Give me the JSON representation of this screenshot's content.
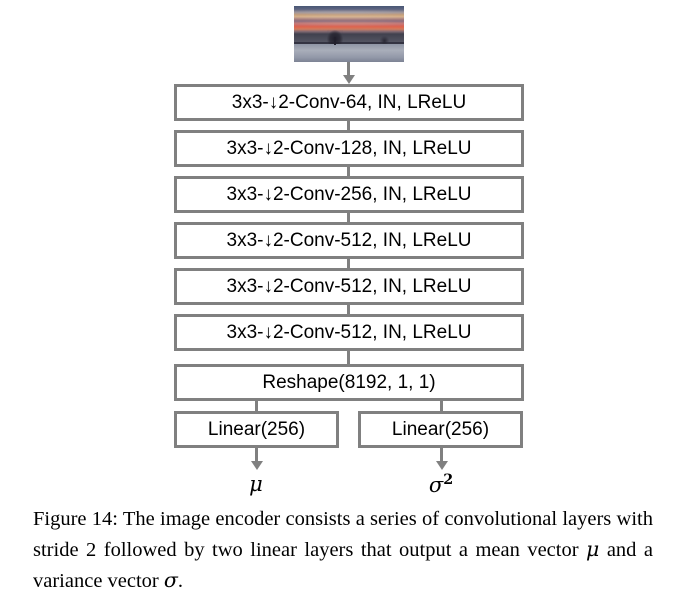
{
  "figure": {
    "input_image": {
      "name": "sunset-landscape-thumbnail",
      "alt": "Sunset landscape photograph with bare tree and snowy field"
    },
    "layers": [
      {
        "label": "3x3-↓2-Conv-64, IN, LReLU",
        "width": "full"
      },
      {
        "label": "3x3-↓2-Conv-128, IN, LReLU",
        "width": "full"
      },
      {
        "label": "3x3-↓2-Conv-256, IN, LReLU",
        "width": "full"
      },
      {
        "label": "3x3-↓2-Conv-512, IN, LReLU",
        "width": "full"
      },
      {
        "label": "3x3-↓2-Conv-512, IN, LReLU",
        "width": "full"
      },
      {
        "label": "3x3-↓2-Conv-512, IN, LReLU",
        "width": "full"
      },
      {
        "label": "Reshape(8192, 1, 1)",
        "width": "full"
      }
    ],
    "heads": [
      {
        "label": "Linear(256)",
        "output_symbol": "μ",
        "output_superscript": ""
      },
      {
        "label": "Linear(256)",
        "output_symbol": "σ",
        "output_superscript": "2"
      }
    ],
    "colors": {
      "box_border": "#808080",
      "box_fill": "#ffffff",
      "arrow": "#808080",
      "text": "#000000",
      "page_background": "#ffffff"
    }
  },
  "caption": {
    "label": "Figure 14:",
    "part1": " The image encoder consists a series of convolutional layers with stride 2 followed by two linear layers that output a mean vector ",
    "symbol_mu": "μ",
    "part2": " and a variance vector ",
    "symbol_sigma": "σ",
    "part3": "."
  }
}
